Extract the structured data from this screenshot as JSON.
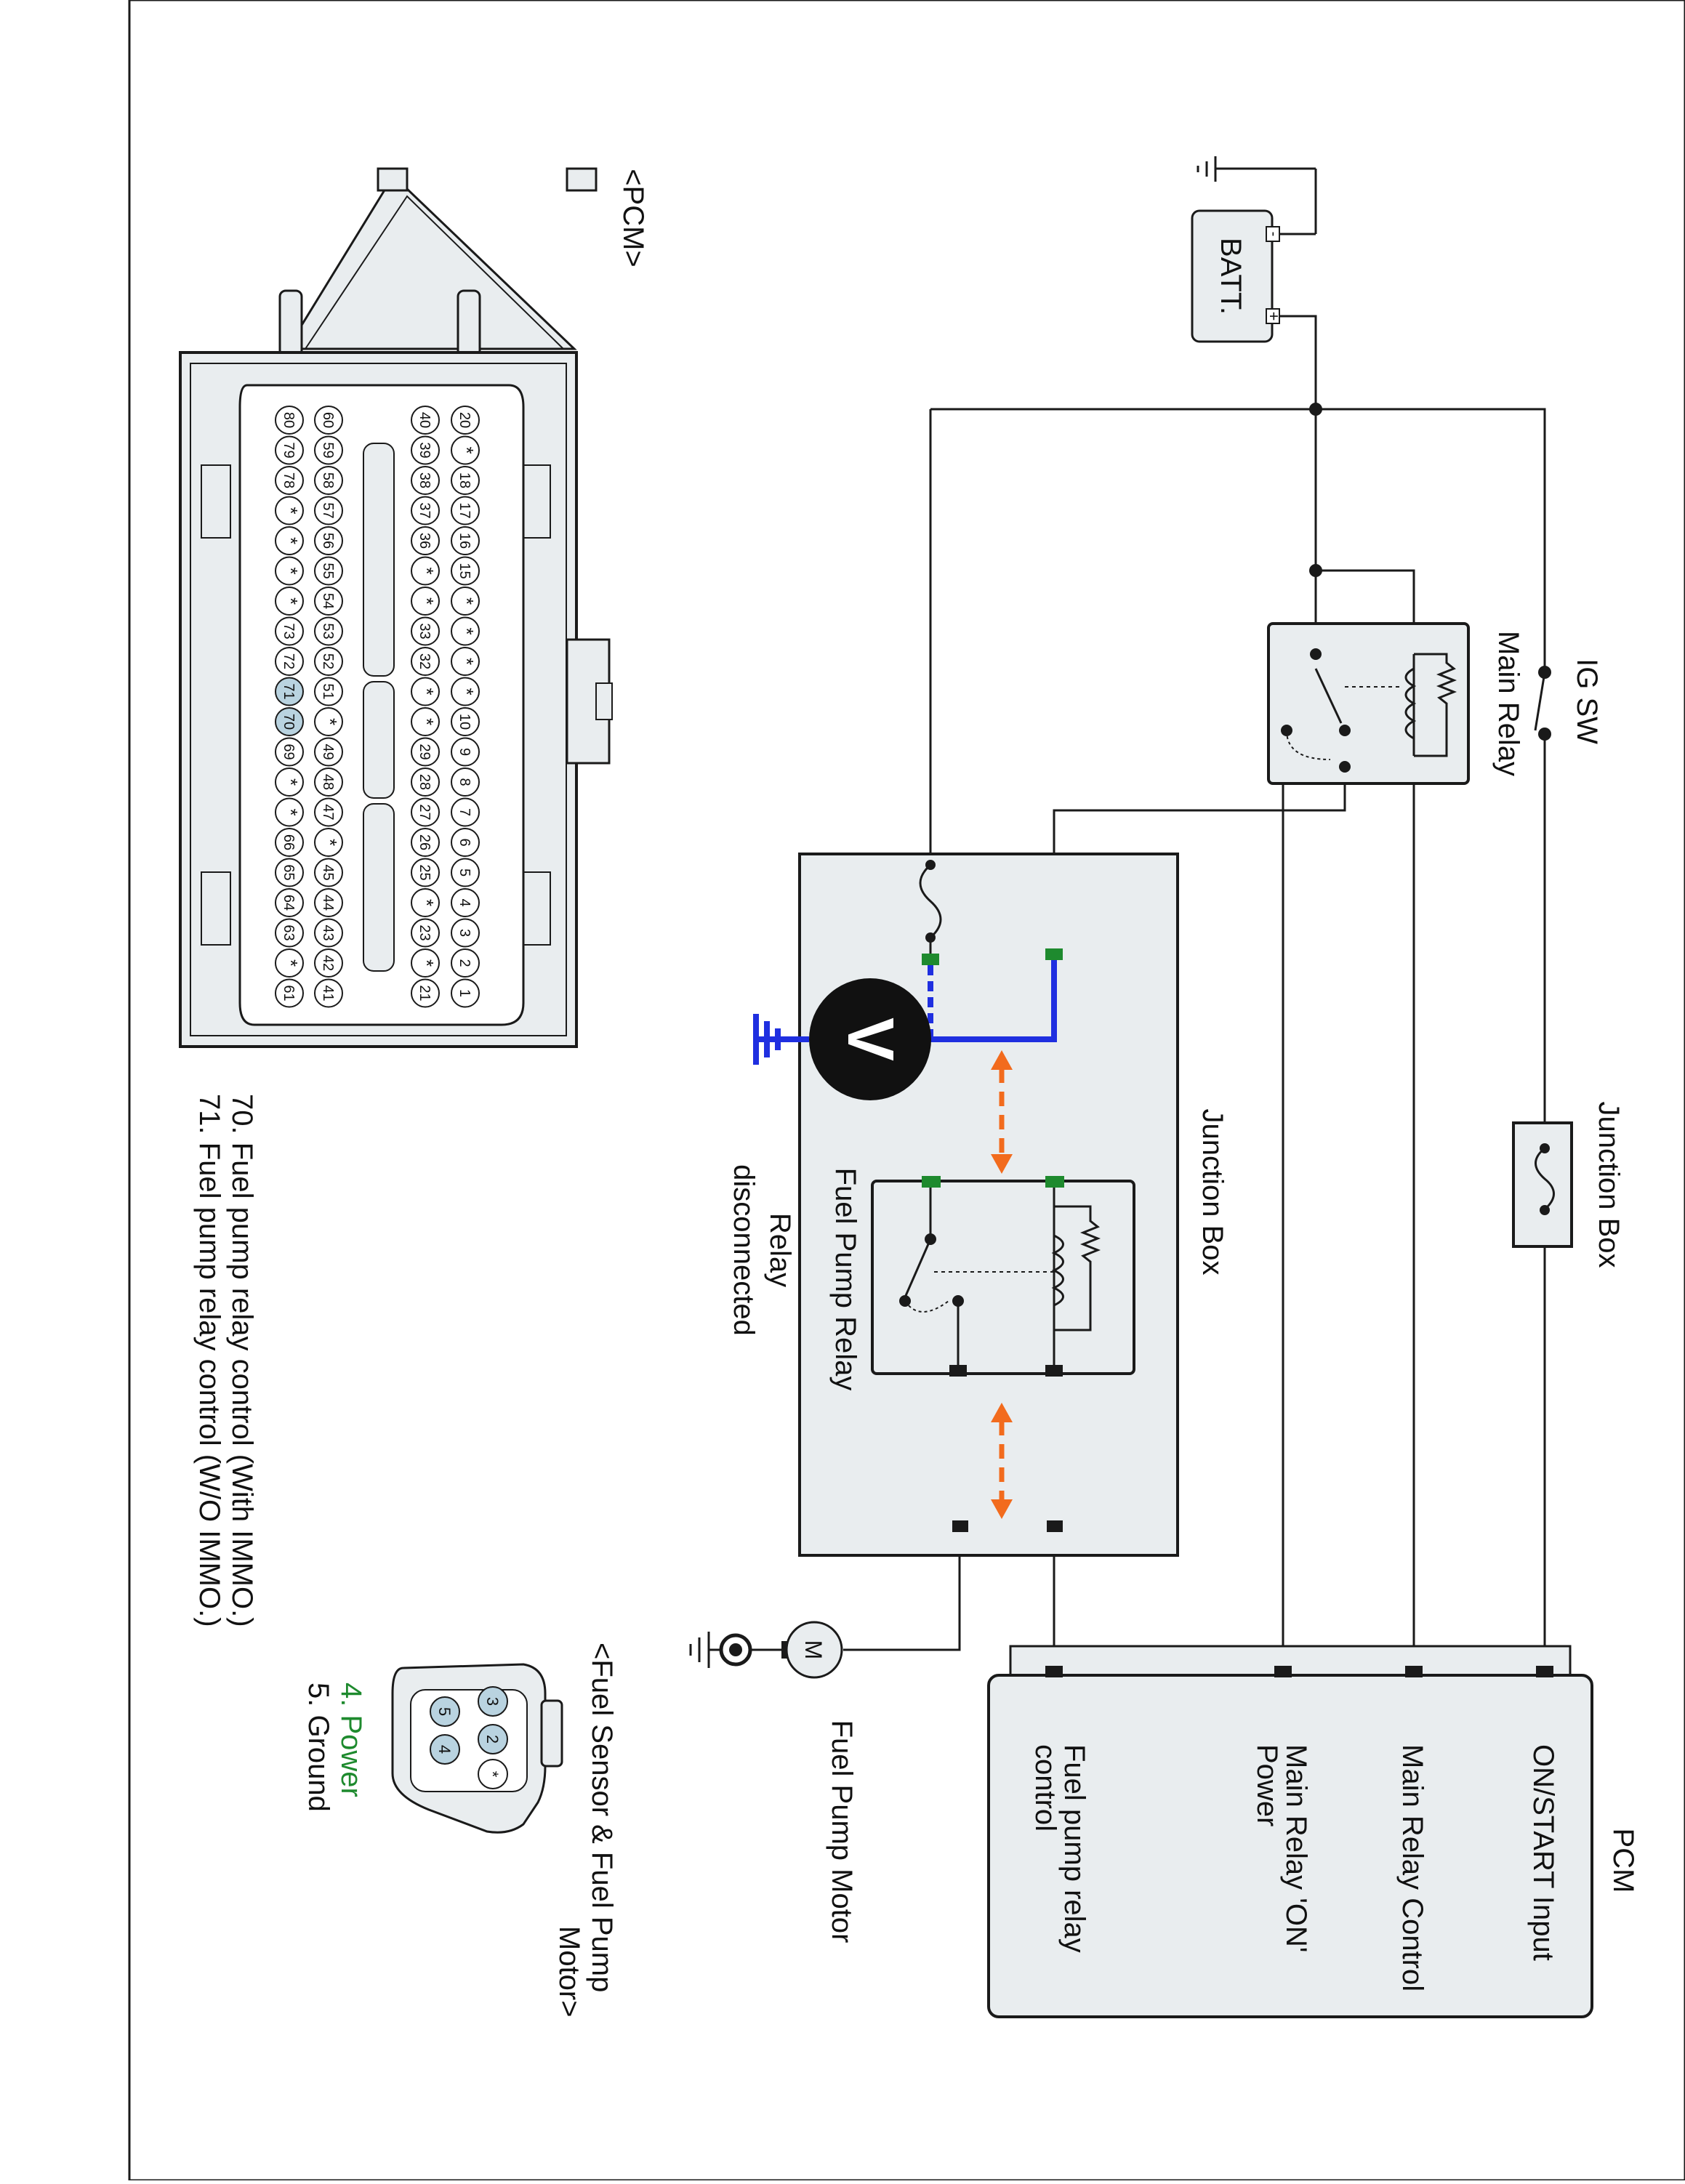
{
  "labels": {
    "pcm_connector": "<PCM>",
    "batt": "BATT.",
    "batt_plus": "+",
    "batt_minus": "-",
    "ig_sw": "IG SW",
    "main_relay": "Main Relay",
    "junction_box_top": "Junction Box",
    "junction_box_main": "Junction Box",
    "fuel_pump_relay": "Fuel Pump Relay",
    "relay_state_1": "Relay",
    "relay_state_2": "disconnected",
    "voltmeter": "V",
    "motor_symbol": "M",
    "fuel_pump_motor": "Fuel Pump Motor",
    "pcm": "PCM",
    "pcm_pins": [
      "ON/START Input",
      "Main Relay Control",
      "Main Relay 'ON'",
      "Power",
      "Fuel pump relay",
      "control"
    ],
    "pin_notes": [
      "70. Fuel pump relay control (With IMMO.)",
      "71. Fuel pump relay control (W/O IMMO.)"
    ],
    "fuel_connector_title_1": "<Fuel Sensor & Fuel Pump",
    "fuel_connector_title_2": "Motor>",
    "fuel_connector_notes": [
      "4. Power",
      "5. Ground"
    ],
    "fuel_connector_pins": [
      "3",
      "2",
      "*",
      "5",
      "4"
    ]
  },
  "pcm_connector_rows": [
    [
      "20",
      "*",
      "18",
      "17",
      "16",
      "15",
      "*",
      "*",
      "*",
      "*",
      "10",
      "9",
      "8",
      "7",
      "6",
      "5",
      "4",
      "3",
      "2",
      "1"
    ],
    [
      "40",
      "39",
      "38",
      "37",
      "36",
      "*",
      "*",
      "33",
      "32",
      "*",
      "*",
      "29",
      "28",
      "27",
      "26",
      "25",
      "*",
      "23",
      "*",
      "21"
    ],
    [
      "60",
      "59",
      "58",
      "57",
      "56",
      "55",
      "54",
      "53",
      "52",
      "51",
      "*",
      "49",
      "48",
      "47",
      "*",
      "45",
      "44",
      "43",
      "42",
      "41"
    ],
    [
      "80",
      "79",
      "78",
      "*",
      "*",
      "*",
      "*",
      "73",
      "72",
      "71",
      "70",
      "69",
      "*",
      "*",
      "66",
      "65",
      "64",
      "63",
      "*",
      "61"
    ]
  ],
  "highlight_pins": [
    "70",
    "71"
  ],
  "colors": {
    "line": "#1a1a1a",
    "box_fill": "#e9edef",
    "measure_wire": "#1f2fe0",
    "arrow": "#f26b1d",
    "terminal_green": "#1e8a2e",
    "pin_highlight": "#b9d3e0",
    "power_note": "#1e8a2e"
  }
}
